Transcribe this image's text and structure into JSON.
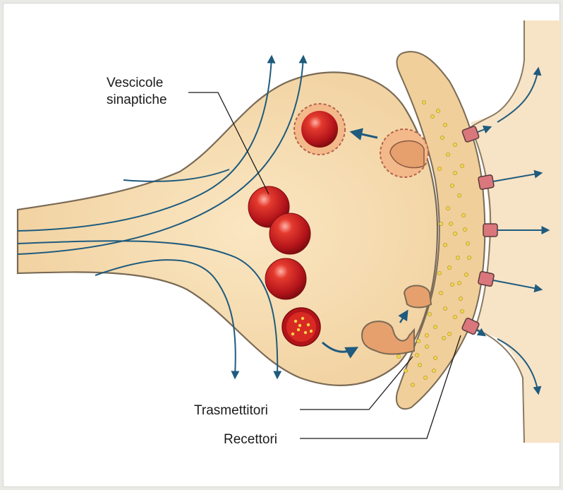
{
  "labels": {
    "vesicles_line1": "Vescicole",
    "vesicles_line2": "sinaptiche",
    "transmitters": "Trasmettitori",
    "receptors": "Recettori"
  },
  "colors": {
    "background": "#e9e9e6",
    "presynaptic_fill": "#f5dcb2",
    "postsynaptic_fill": "#f6d9b0",
    "cleft_fill": "#f0cf9a",
    "membrane_stroke": "#7a6a55",
    "vesicle_red": "#c3171b",
    "arrow_blue": "#1e5b7e",
    "transmitter_dot": "#f2d64a"
  }
}
